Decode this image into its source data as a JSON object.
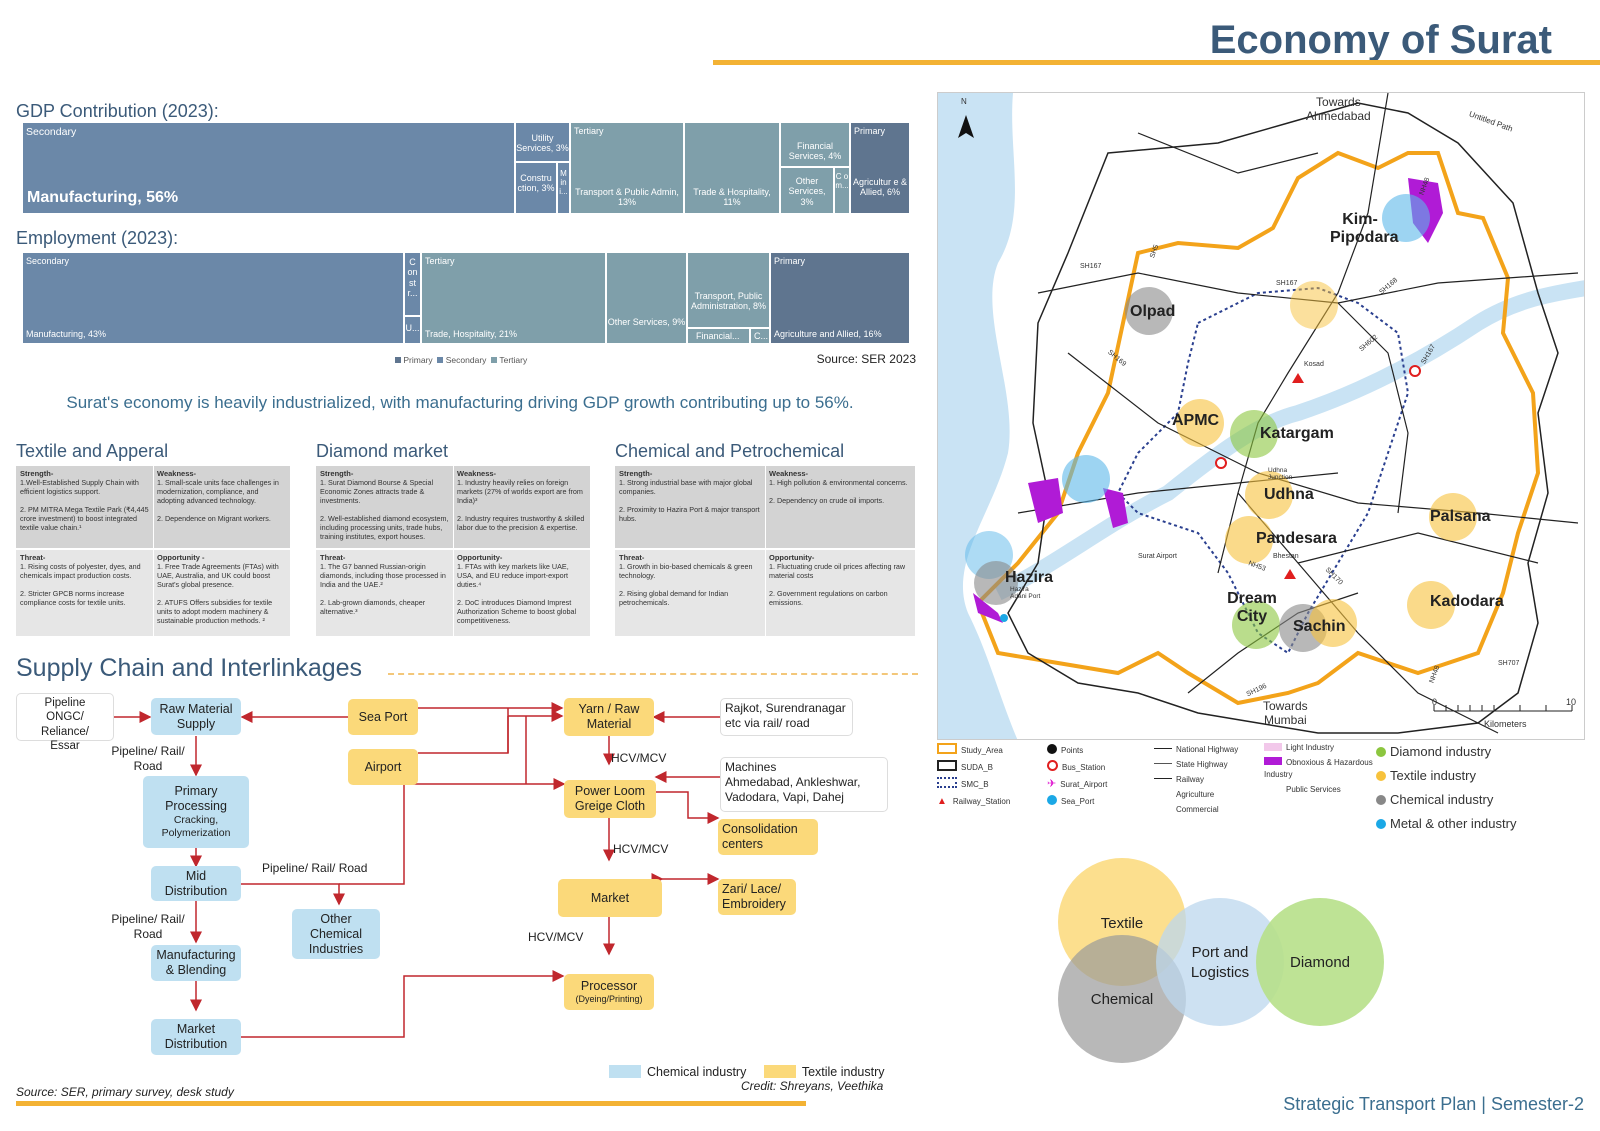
{
  "title": "Economy of Surat",
  "gdp": {
    "heading": "GDP Contribution (2023):",
    "cells": {
      "secondary": "Secondary",
      "manufacturing": "Manufacturing, 56%",
      "utility": "Utility Services, 3%",
      "construction": "Constru ction, 3%",
      "mining": "M in i...",
      "tertiary": "Tertiary",
      "transport": "Transport & Public Admin, 13%",
      "trade": "Trade & Hospitality, 11%",
      "financial": "Financial Services, 4%",
      "other": "Other Services, 3%",
      "comm": "C o m...",
      "primary": "Primary",
      "agri": "Agricultur e & Allied, 6%"
    }
  },
  "employment": {
    "heading": "Employment (2023):",
    "cells": {
      "secondary": "Secondary",
      "manufacturing": "Manufacturing, 43%",
      "const": "C on st r...",
      "u": "U...",
      "tertiary": "Tertiary",
      "trade": "Trade, Hospitality, 21%",
      "other": "Other Services, 9%",
      "transport": "Transport, Public Administration, 8%",
      "financial": "Financial...",
      "c": "C...",
      "primary": "Primary",
      "agri": "Agriculture and Allied, 16%"
    },
    "legend": [
      "Primary",
      "Secondary",
      "Tertiary"
    ],
    "source": "Source: SER 2023"
  },
  "tagline": "Surat's economy is heavily industrialized, with manufacturing driving GDP growth contributing up to 56%.",
  "swot": [
    {
      "heading": "Textile and Apperal",
      "strength": {
        "label": "Strength-",
        "text": "1.Well-Established Supply Chain with efficient logistics support.\n\n2. PM MITRA Mega Textile Park (₹4,445 crore investment) to boost integrated textile value chain.¹"
      },
      "weakness": {
        "label": "Weakness-",
        "text": "1. Small-scale units face challenges in modernization, compliance, and adopting advanced technology.\n\n2. Dependence on Migrant workers."
      },
      "threat": {
        "label": "Threat-",
        "text": "1. Rising costs of polyester, dyes, and chemicals impact production costs.\n\n2. Stricter GPCB norms increase compliance costs for textile units."
      },
      "opportunity": {
        "label": "Opportunity -",
        "text": "1. Free Trade Agreements (FTAs) with UAE, Australia, and UK could boost Surat's global presence.\n\n2. ATUFS Offers subsidies for textile units to adopt modern machinery & sustainable production methods. ²"
      }
    },
    {
      "heading": "Diamond market",
      "strength": {
        "label": "Strength-",
        "text": "1. Surat Diamond Bourse & Special Economic Zones attracts trade & investments.\n\n2. Well-established diamond ecosystem, including processing units, trade hubs, training institutes, export houses."
      },
      "weakness": {
        "label": "Weakness-",
        "text": "1. Industry heavily relies on foreign markets (27% of worlds export are from India)³\n\n2. Industry requires trustworthy & skilled labor due to the precision & expertise."
      },
      "threat": {
        "label": "Threat-",
        "text": "1. The G7 banned Russian-origin diamonds, including those processed in India and the UAE.²\n\n2. Lab-grown diamonds, cheaper alternative.³"
      },
      "opportunity": {
        "label": "Opportunity-",
        "text": "1. FTAs with key markets like UAE, USA, and EU reduce import-export duties.⁴\n\n2. DoC introduces Diamond Imprest Authorization Scheme to boost global competitiveness."
      }
    },
    {
      "heading": "Chemical and Petrochemical",
      "strength": {
        "label": "Strength-",
        "text": "1. Strong industrial base with major global companies.\n\n2. Proximity to Hazira Port & major transport hubs."
      },
      "weakness": {
        "label": "Weakness-",
        "text": "1. High pollution & environmental concerns.\n\n2. Dependency on crude oil imports."
      },
      "threat": {
        "label": "Threat-",
        "text": "1. Growth in bio-based chemicals & green technology.\n\n2. Rising global demand for Indian petrochemicals."
      },
      "opportunity": {
        "label": "Opportunity-",
        "text": "1. Fluctuating crude oil prices affecting raw material costs\n\n2. Government regulations on carbon emissions."
      }
    }
  ],
  "supply_chain": {
    "title": "Supply Chain and Interlinkages",
    "nodes": {
      "pipeline": "Pipeline\nONGC/ Reliance/\nEssar",
      "raw_material": "Raw Material\nSupply",
      "primary_processing": "Primary\nProcessing",
      "primary_processing_sub": "Cracking,\nPolymerization",
      "mid_distribution": "Mid\nDistribution",
      "other_chemical": "Other\nChemical\nIndustries",
      "manufacturing": "Manufacturing\n& Blending",
      "market_distribution": "Market\nDistribution",
      "sea_port": "Sea Port",
      "airport": "Airport",
      "yarn": "Yarn / Raw\nMaterial",
      "power_loom": "Power Loom\nGreige Cloth",
      "consolidation": "Consolidation\ncenters",
      "market": "Market",
      "zari": "Zari/ Lace/\nEmbroidery",
      "processor": "Processor",
      "processor_sub": "(Dyeing/Printing)",
      "rajkot": "Rajkot, Surendranagar\netc via rail/ road",
      "machines": "Machines\nAhmedabad, Ankleshwar,\nVadodara, Vapi, Dahej"
    },
    "edge_labels": {
      "pipeline_rail_road_1": "Pipeline/ Rail/\nRoad",
      "pipeline_rail_road_2": "Pipeline/ Rail/ Road",
      "pipeline_rail_road_3": "Pipeline/ Rail/\nRoad",
      "hcv_1": "HCV/MCV",
      "hcv_2": "HCV/MCV",
      "hcv_3": "HCV/MCV"
    },
    "legend": {
      "chemical": "Chemical industry",
      "textile": "Textile industry"
    },
    "source": "Source: SER, primary survey, desk study",
    "credit": "Credit: Shreyans, Veethika"
  },
  "map": {
    "north": "N",
    "towards_ahmedabad": "Towards\nAhmedabad",
    "towards_mumbai": "Towards\nMumbai",
    "untitled_path": "Untitled Path",
    "roads": [
      "SH167",
      "SH5",
      "SH167",
      "SH168",
      "SH169",
      "SH602",
      "SH167",
      "NH48",
      "NH53",
      "SH170",
      "SH196",
      "SH707",
      "NH48"
    ],
    "places": {
      "kim": "Kim-\nPipodara",
      "olpad": "Olpad",
      "apmc": "APMC",
      "katargam": "Katargam",
      "udhna": "Udhna",
      "palsana": "Palsana",
      "pandesara": "Pandesara",
      "hazira": "Hazira",
      "dream_city": "Dream\nCity",
      "sachin": "Sachin",
      "kadodara": "Kadodara",
      "kosad": "Kosad",
      "bhestan": "Bhestan",
      "surat_airport": "Surat Airport",
      "udhna_junction": "Udhna\nJunction",
      "hazira_port": "Hazira\nAdani Port"
    },
    "scale": {
      "start": "0",
      "end": "10",
      "unit": "Kilometers"
    },
    "legend": {
      "col1": [
        "Study_Area",
        "SUDA_B",
        "SMC_B",
        "Railway_Station"
      ],
      "col2": [
        "Points",
        "Bus_Station",
        "Surat_Airport",
        "Sea_Port"
      ],
      "col3": [
        "National Highway",
        "State Highway",
        "Railway",
        "Agriculture",
        "Commercial"
      ],
      "col4": [
        "Light Industry",
        "Obnoxious & Hazardous Industry",
        "Public Services"
      ],
      "industries": [
        "Diamond industry",
        "Textile industry",
        "Chemical industry",
        "Metal & other industry"
      ]
    }
  },
  "venn": {
    "textile": "Textile",
    "chemical": "Chemical",
    "port": "Port and\nLogistics",
    "diamond": "Diamond"
  },
  "footer": "Strategic Transport Plan | Semester-2",
  "colors": {
    "title": "#3b5a79",
    "accent": "#f3b234",
    "arrow": "#c0272d",
    "chemical": "#bfe0f1",
    "textile": "#fbd97a"
  }
}
